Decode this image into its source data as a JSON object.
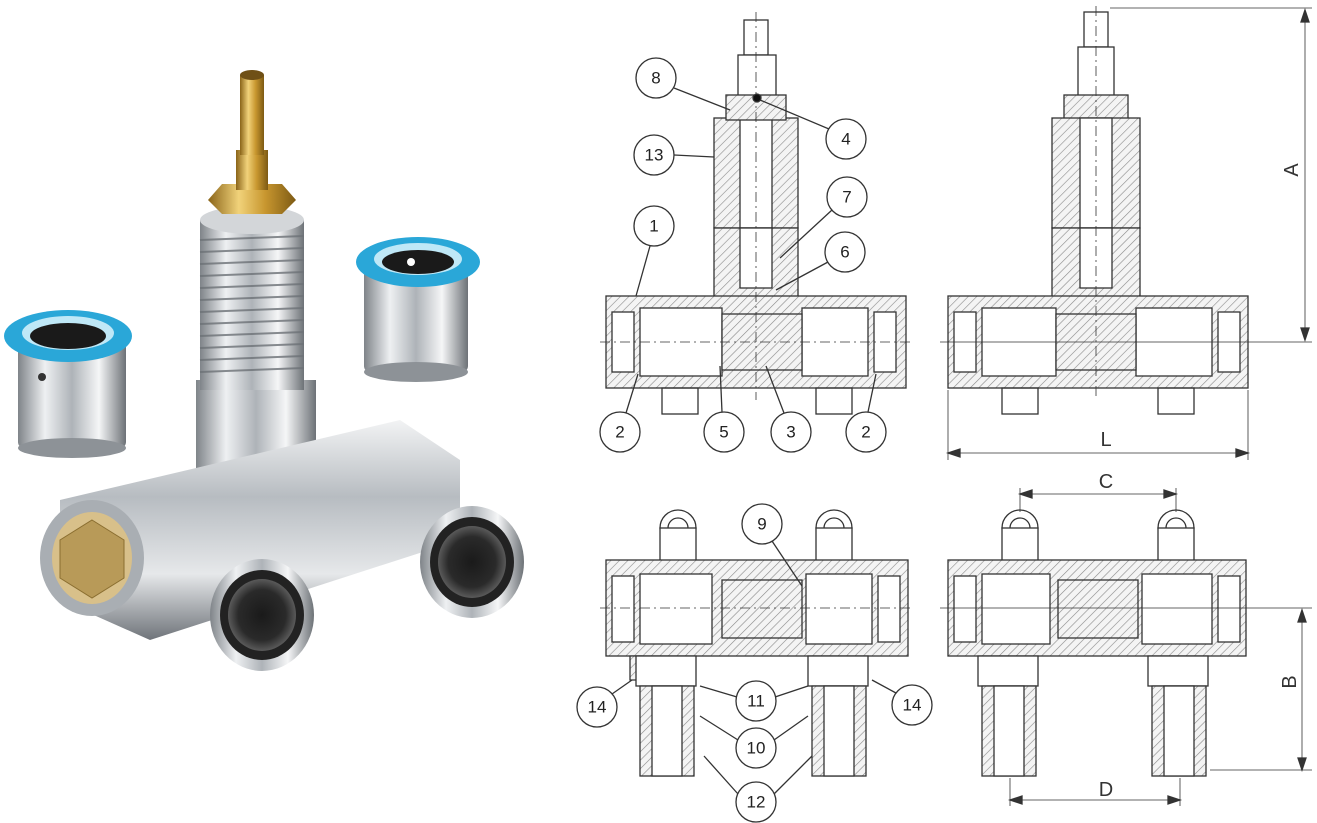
{
  "callouts": {
    "c8": "8",
    "c4": "4",
    "c13": "13",
    "c7": "7",
    "c6": "6",
    "c1": "1",
    "c2a": "2",
    "c5": "5",
    "c3": "3",
    "c2b": "2",
    "c9": "9",
    "c11": "11",
    "c14a": "14",
    "c14b": "14",
    "c10": "10",
    "c12": "12"
  },
  "dimensions": {
    "A": "A",
    "L": "L",
    "C": "C",
    "B": "B",
    "D": "D"
  },
  "colors": {
    "line": "#333333",
    "hatch": "#8a8a8a",
    "chrome": "#c9ccd0",
    "brass": "#d4a63a",
    "cap_ring": "#2aa7d8"
  }
}
